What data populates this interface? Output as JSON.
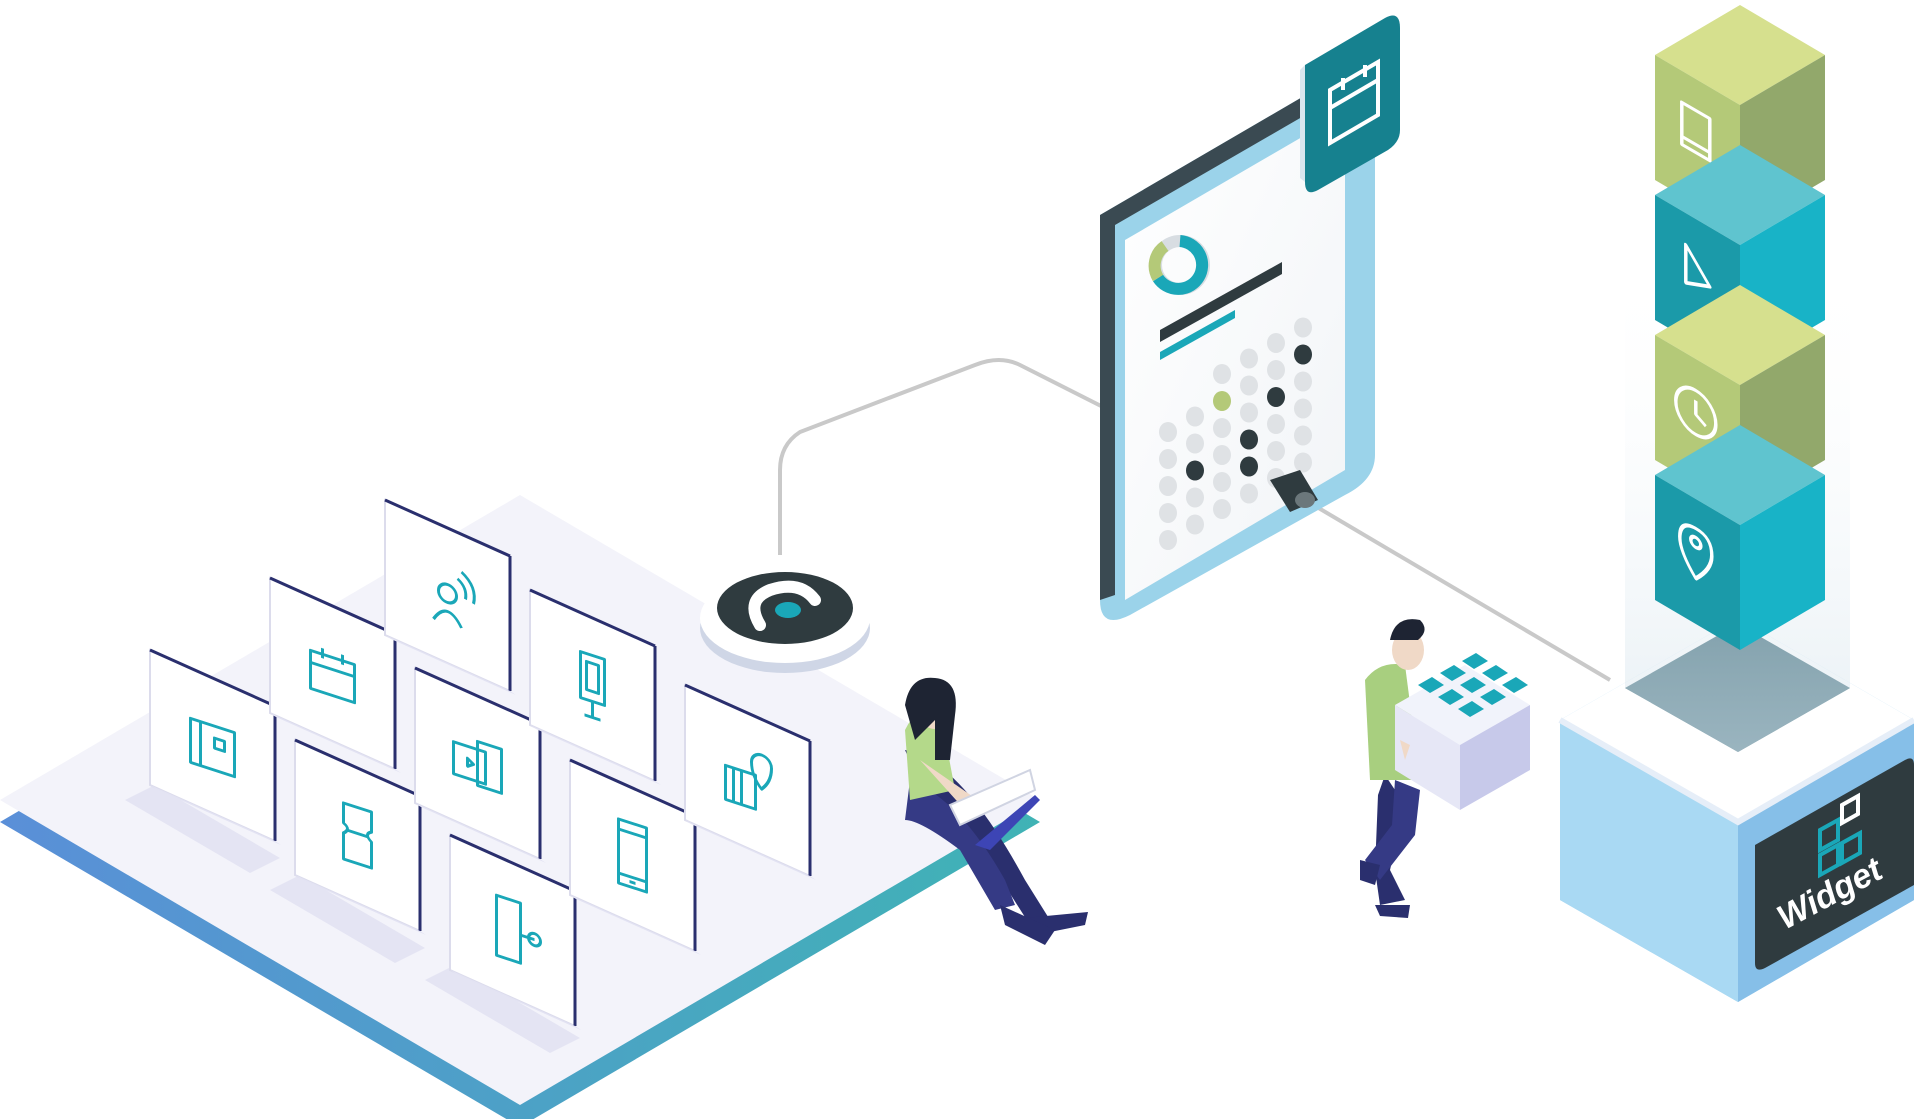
{
  "widget_box": {
    "label": "Widget"
  },
  "colors": {
    "teal": "#1aa7b8",
    "teal_dark": "#16818f",
    "lime": "#b4c978",
    "navy": "#2a2f6e",
    "charcoal": "#2f3b3f",
    "platform": "#f3f3fa",
    "platform_edge": "#5b9bd5",
    "screen_blue": "#9bd3ea"
  },
  "platform_tiles": [
    {
      "icon": "document-icon"
    },
    {
      "icon": "calendar-icon"
    },
    {
      "icon": "person-signal-icon"
    },
    {
      "icon": "ticket-icon"
    },
    {
      "icon": "video-screens-icon"
    },
    {
      "icon": "kiosk-icon"
    },
    {
      "icon": "key-door-icon"
    },
    {
      "icon": "mobile-phone-icon"
    },
    {
      "icon": "map-pin-icon"
    }
  ],
  "stack_cubes": [
    {
      "icon": "book-icon",
      "color": "lime"
    },
    {
      "icon": "triangle-icon",
      "color": "teal"
    },
    {
      "icon": "clock-icon",
      "color": "lime"
    },
    {
      "icon": "location-pin-icon",
      "color": "teal"
    }
  ]
}
